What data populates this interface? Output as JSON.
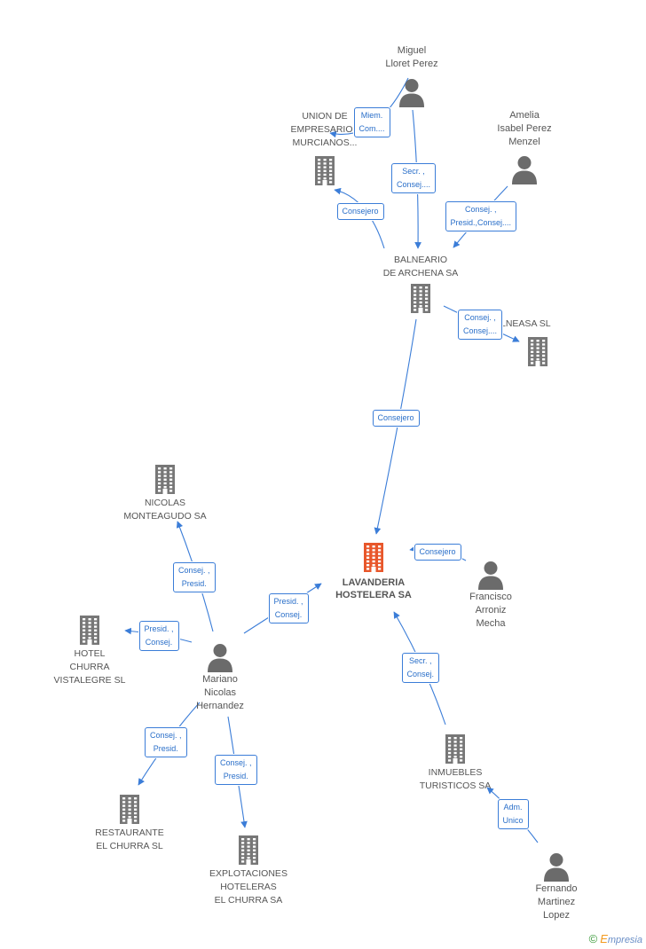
{
  "colors": {
    "edge": "#3b7dd8",
    "company": "#777777",
    "company_main": "#e8572b",
    "person": "#6b6b6b"
  },
  "nodes": [
    {
      "id": "lavanderia",
      "type": "company",
      "main": true,
      "label": "LAVANDERIA\nHOSTELERA SA"
    },
    {
      "id": "balneario",
      "type": "company",
      "label": "BALNEARIO\nDE ARCHENA SA"
    },
    {
      "id": "union",
      "type": "company",
      "label": "UNION DE\nEMPRESARIOS\nMURCIANOS..."
    },
    {
      "id": "balneasa",
      "type": "company",
      "label": "BALNEASA SL"
    },
    {
      "id": "nicolas_monteagudo",
      "type": "company",
      "label": "NICOLAS\nMONTEAGUDO SA"
    },
    {
      "id": "hotel_churra",
      "type": "company",
      "label": "HOTEL\nCHURRA\nVISTALEGRE  SL"
    },
    {
      "id": "restaurante",
      "type": "company",
      "label": "RESTAURANTE\nEL CHURRA  SL"
    },
    {
      "id": "explotaciones",
      "type": "company",
      "label": "EXPLOTACIONES\nHOTELERAS\nEL CHURRA SA"
    },
    {
      "id": "inmuebles",
      "type": "company",
      "label": "INMUEBLES\nTURISTICOS SA"
    },
    {
      "id": "miguel",
      "type": "person",
      "label": "Miguel\nLloret Perez"
    },
    {
      "id": "amelia",
      "type": "person",
      "label": "Amelia\nIsabel Perez\nMenzel"
    },
    {
      "id": "francisco",
      "type": "person",
      "label": "Francisco\nArroniz\nMecha"
    },
    {
      "id": "mariano",
      "type": "person",
      "label": "Mariano\nNicolas\nHernandez"
    },
    {
      "id": "fernando",
      "type": "person",
      "label": "Fernando\nMartinez\nLopez"
    }
  ],
  "relations": [
    {
      "id": "r1",
      "from": "miguel",
      "to": "union",
      "label": "Miem.\nCom...."
    },
    {
      "id": "r2",
      "from": "miguel",
      "to": "balneario",
      "label": "Secr. ,\nConsej...."
    },
    {
      "id": "r3",
      "from": "amelia",
      "to": "balneario",
      "label": "Consej. ,\nPresid.,Consej...."
    },
    {
      "id": "r4",
      "from": "balneario",
      "to": "union",
      "label": "Consejero"
    },
    {
      "id": "r5",
      "from": "balneario",
      "to": "balneasa",
      "label": "Consej. ,\nConsej...."
    },
    {
      "id": "r6",
      "from": "balneario",
      "to": "lavanderia",
      "label": "Consejero"
    },
    {
      "id": "r7",
      "from": "francisco",
      "to": "lavanderia",
      "label": "Consejero"
    },
    {
      "id": "r8",
      "from": "mariano",
      "to": "lavanderia",
      "label": "Presid. ,\nConsej."
    },
    {
      "id": "r9",
      "from": "mariano",
      "to": "nicolas_monteagudo",
      "label": "Consej. ,\nPresid."
    },
    {
      "id": "r10",
      "from": "mariano",
      "to": "hotel_churra",
      "label": "Presid. ,\nConsej."
    },
    {
      "id": "r11",
      "from": "mariano",
      "to": "restaurante",
      "label": "Consej. ,\nPresid."
    },
    {
      "id": "r12",
      "from": "mariano",
      "to": "explotaciones",
      "label": "Consej. ,\nPresid."
    },
    {
      "id": "r13",
      "from": "inmuebles",
      "to": "lavanderia",
      "label": "Secr. ,\nConsej."
    },
    {
      "id": "r14",
      "from": "fernando",
      "to": "inmuebles",
      "label": "Adm.\nUnico"
    }
  ],
  "brand": {
    "copyright": "©",
    "initial": "E",
    "rest": "mpresia"
  }
}
